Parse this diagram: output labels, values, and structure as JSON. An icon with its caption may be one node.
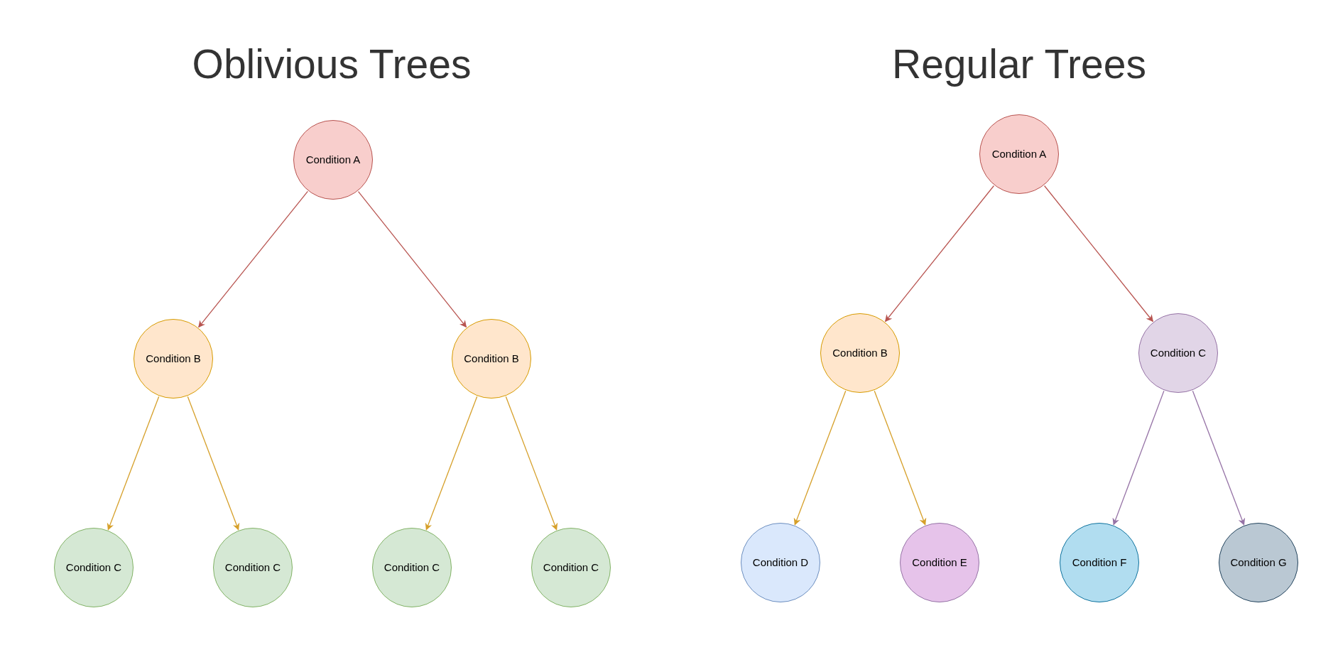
{
  "diagram": {
    "nodes": [
      {
        "text": [
          "Condition A"
        ]
      },
      {
        "text": [
          "Condition B"
        ]
      },
      {
        "text": [
          "Condition B"
        ]
      },
      {
        "text": [
          "Condition C"
        ]
      },
      {
        "text": [
          "Condition C"
        ]
      },
      {
        "text": [
          "Condition C"
        ]
      },
      {
        "text": [
          "Condition C"
        ]
      },
      {
        "text": [
          "Condition A"
        ]
      },
      {
        "text": [
          "Condition B"
        ]
      },
      {
        "text": [
          "Condition C"
        ]
      },
      {
        "text": [
          "Condition D"
        ]
      },
      {
        "text": [
          "Condition E"
        ]
      },
      {
        "text": [
          "Condition F"
        ]
      },
      {
        "text": [
          "Condition G"
        ]
      }
    ],
    "edges": [
      {
        "from": 0,
        "to": 1,
        "arrow": "to",
        "color": "#b85450"
      },
      {
        "from": 0,
        "to": 2,
        "arrow": "to",
        "color": "#b85450"
      },
      {
        "from": 1,
        "to": 3,
        "arrow": "to",
        "color": "#d6a02a"
      },
      {
        "from": 1,
        "to": 4,
        "arrow": "to",
        "color": "#d6a02a"
      },
      {
        "from": 2,
        "to": 5,
        "arrow": "to",
        "color": "#d6a02a"
      },
      {
        "from": 2,
        "to": 6,
        "arrow": "to",
        "color": "#d6a02a"
      },
      {
        "from": 7,
        "to": 8,
        "arrow": "to",
        "color": "#b85450"
      },
      {
        "from": 7,
        "to": 9,
        "arrow": "to",
        "color": "#b85450"
      },
      {
        "from": 8,
        "to": 10,
        "arrow": "to",
        "color": "#d6a02a"
      },
      {
        "from": 8,
        "to": 11,
        "arrow": "to",
        "color": "#d6a02a"
      },
      {
        "from": 9,
        "to": 12,
        "arrow": "to",
        "color": "#9673a6"
      },
      {
        "from": 9,
        "to": 13,
        "arrow": "to",
        "color": "#9673a6"
      }
    ],
    "labels": [
      "Oblivious Trees",
      "Regular Trees"
    ]
  }
}
